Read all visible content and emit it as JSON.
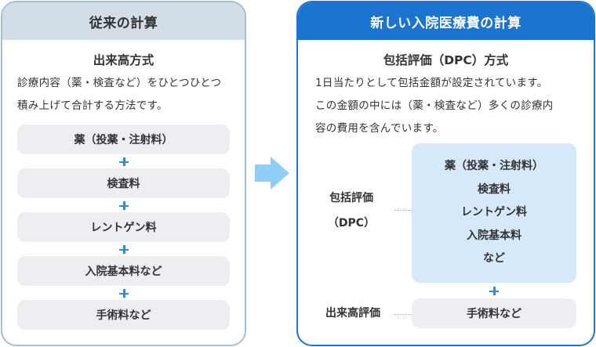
{
  "left_panel": {
    "header": "従来の計算",
    "method_title": "出来高方式",
    "description_lines": [
      "診療内容（薬・検査など）をひとつひとつ",
      "積み上げて合計する方法です。"
    ],
    "items": [
      "薬（投薬・注射料）",
      "検査料",
      "レントゲン料",
      "入院基本料など",
      "手術料など"
    ],
    "plus_symbol": "+"
  },
  "arrow": {
    "icon": "right-arrow-icon",
    "color": "#8ecef7"
  },
  "right_panel": {
    "header": "新しい入院医療費の計算",
    "method_title": "包括評価（DPC）方式",
    "description_lines": [
      "1日当たりとして包括金額が設定されています。",
      "この金額の中には（薬・検査など）多くの診療内",
      "容の費用を含んでいます。"
    ],
    "dpc_label_lines": [
      "包括評価",
      "（DPC）"
    ],
    "dpc_items": [
      "薬（投薬・注射料）",
      "検査料",
      "レントゲン料",
      "入院基本料",
      "など"
    ],
    "fee_label": "出来高評価",
    "fee_item": "手術料など"
  },
  "colors": {
    "left_header_bg": "#d2dde6",
    "left_border": "#a8bdd0",
    "right_accent": "#1b74d0",
    "item_bg": "#eceef2",
    "dpc_bg": "#d5e9fb",
    "plus": "#1f90e5"
  }
}
